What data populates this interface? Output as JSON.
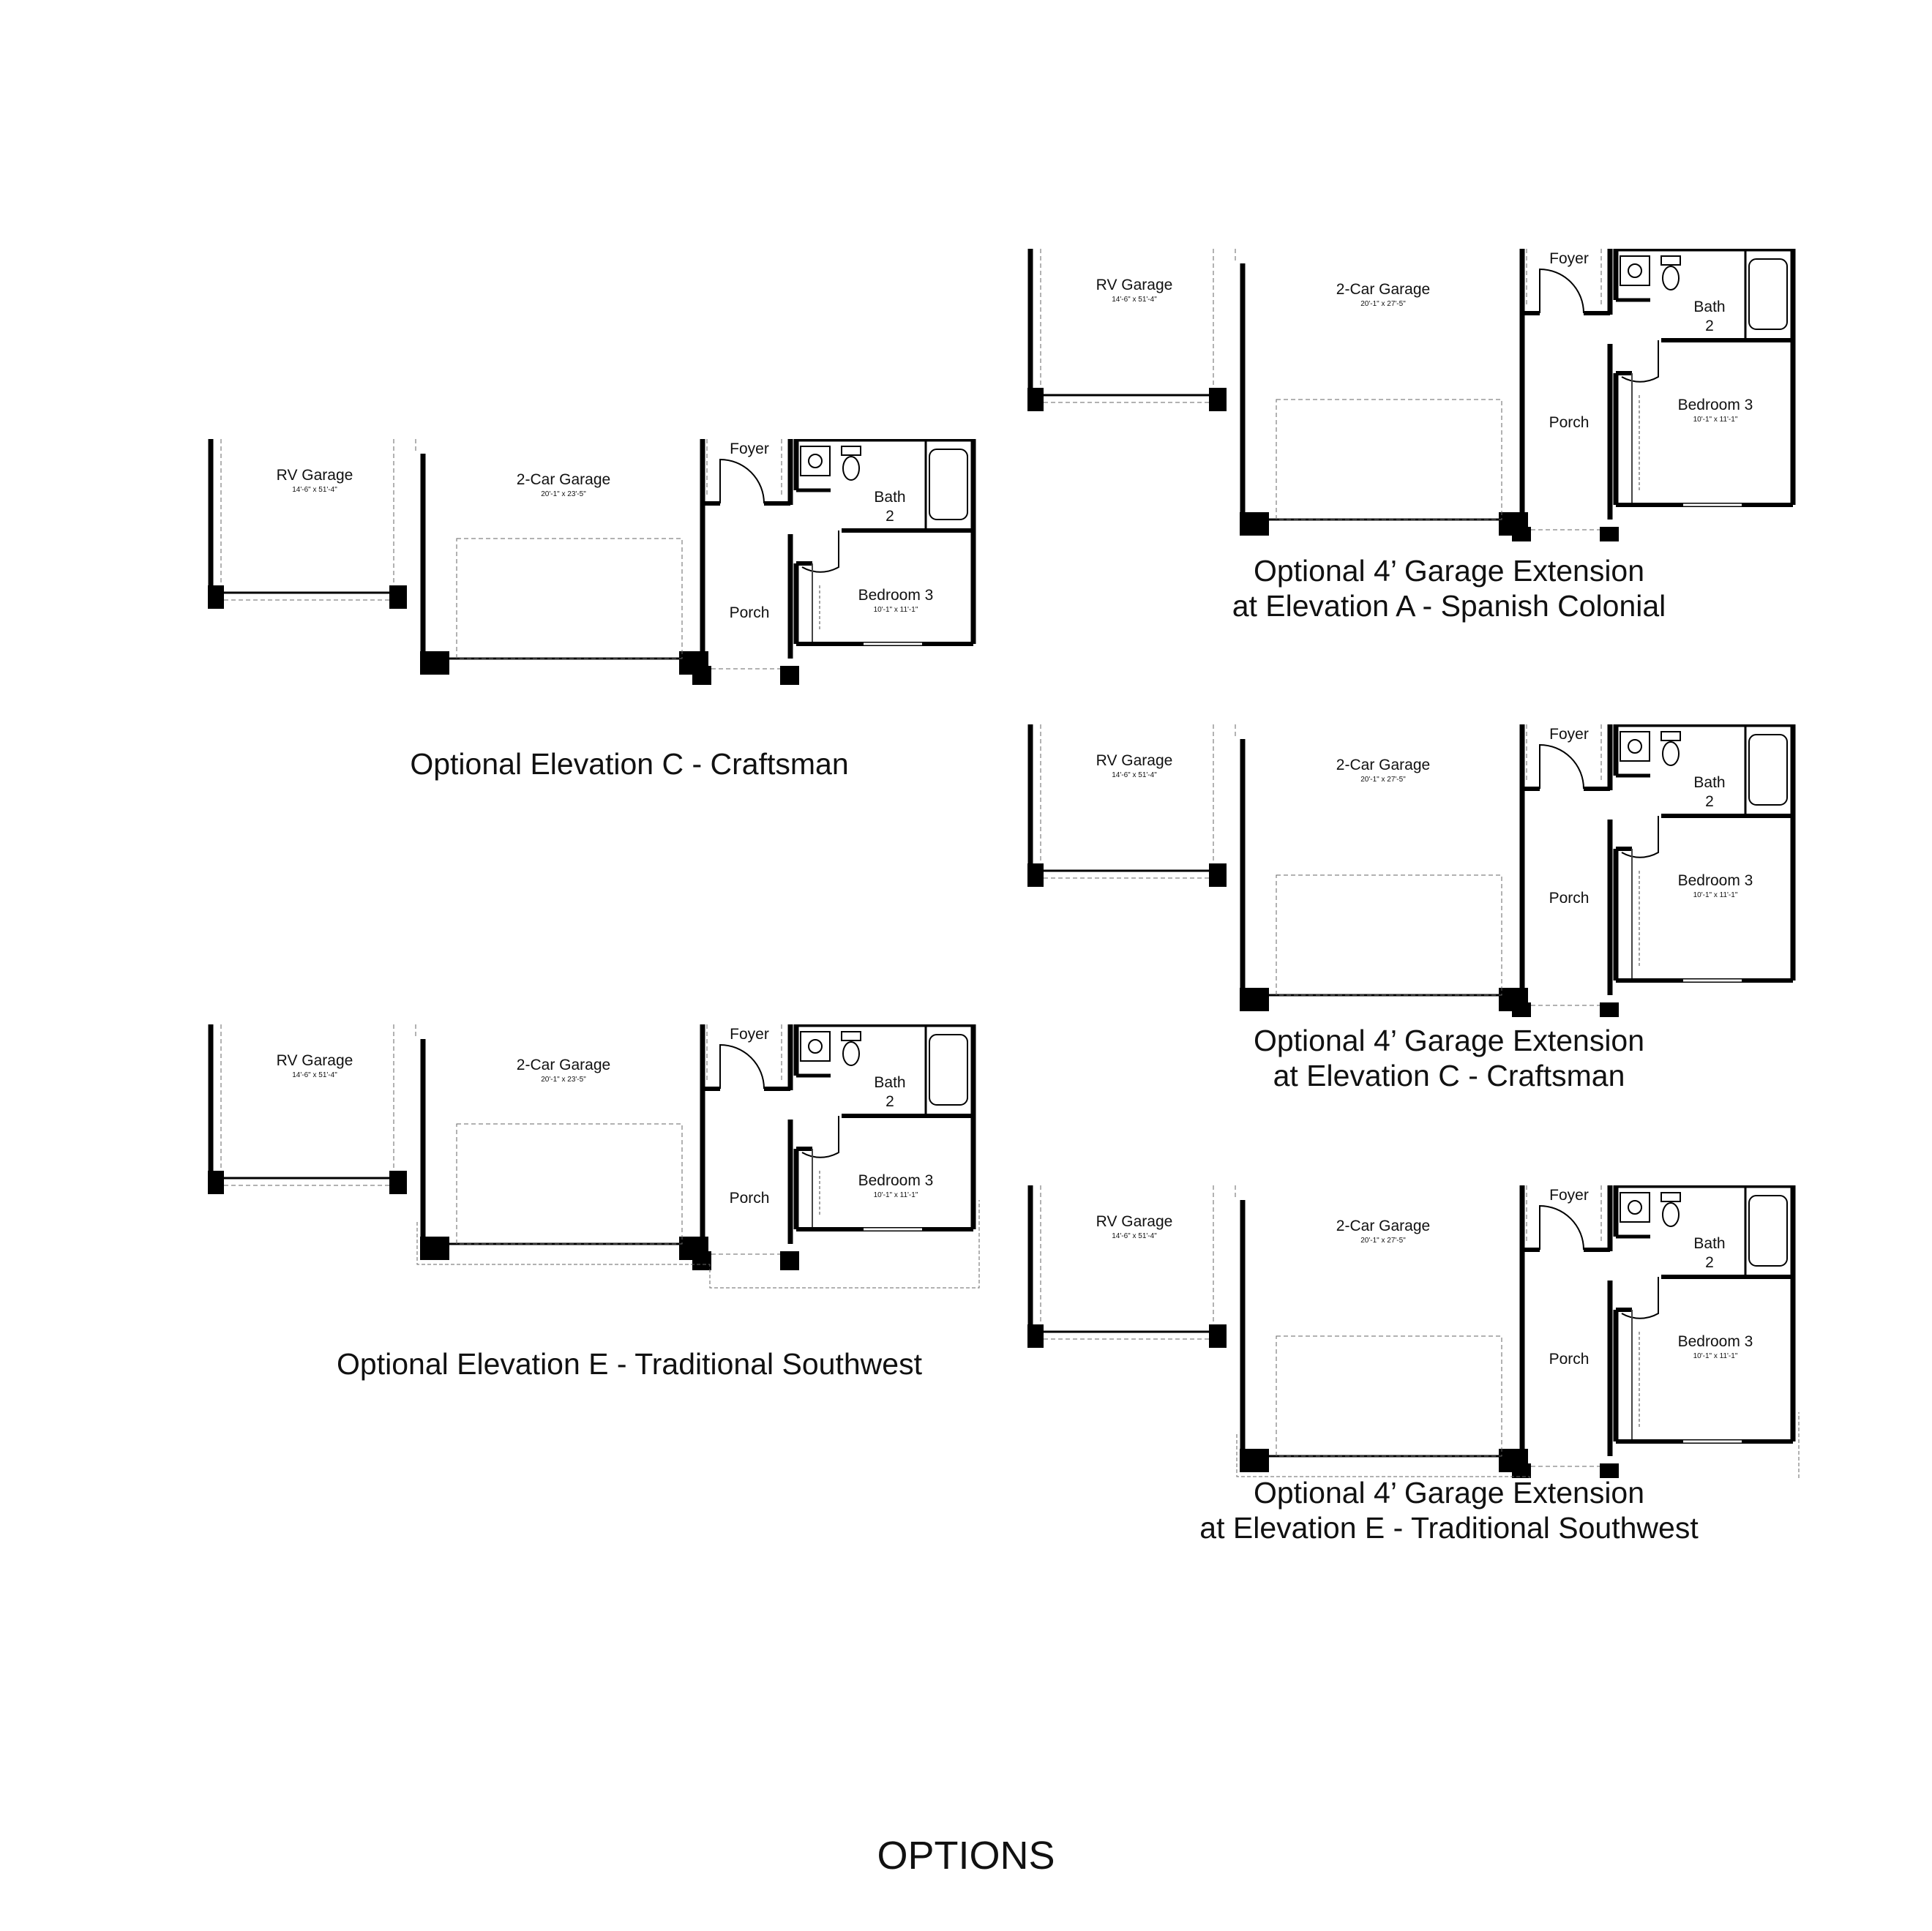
{
  "rooms": {
    "rv_garage": "RV Garage",
    "rv_garage_dim": "14'-6\" x 51'-4\"",
    "garage": "2-Car Garage",
    "garage_dim_std": "20'-1\" x 23'-5\"",
    "garage_dim_ext": "20'-1\" x 27'-5\"",
    "foyer": "Foyer",
    "bath": "Bath",
    "bath_num": "2",
    "porch": "Porch",
    "bedroom": "Bedroom 3",
    "bedroom_dim": "10'-1\" x 11'-1\""
  },
  "captions": {
    "elev_c": "Optional Elevation C - Craftsman",
    "elev_e": "Optional Elevation E - Traditional Southwest",
    "ext_a_1": "Optional 4’ Garage Extension",
    "ext_a_2": "at Elevation A - Spanish Colonial",
    "ext_c_1": "Optional 4’ Garage Extension",
    "ext_c_2": "at Elevation C - Craftsman",
    "ext_e_1": "Optional 4’ Garage Extension",
    "ext_e_2": "at Elevation E - Traditional Southwest"
  },
  "footer": "OPTIONS"
}
